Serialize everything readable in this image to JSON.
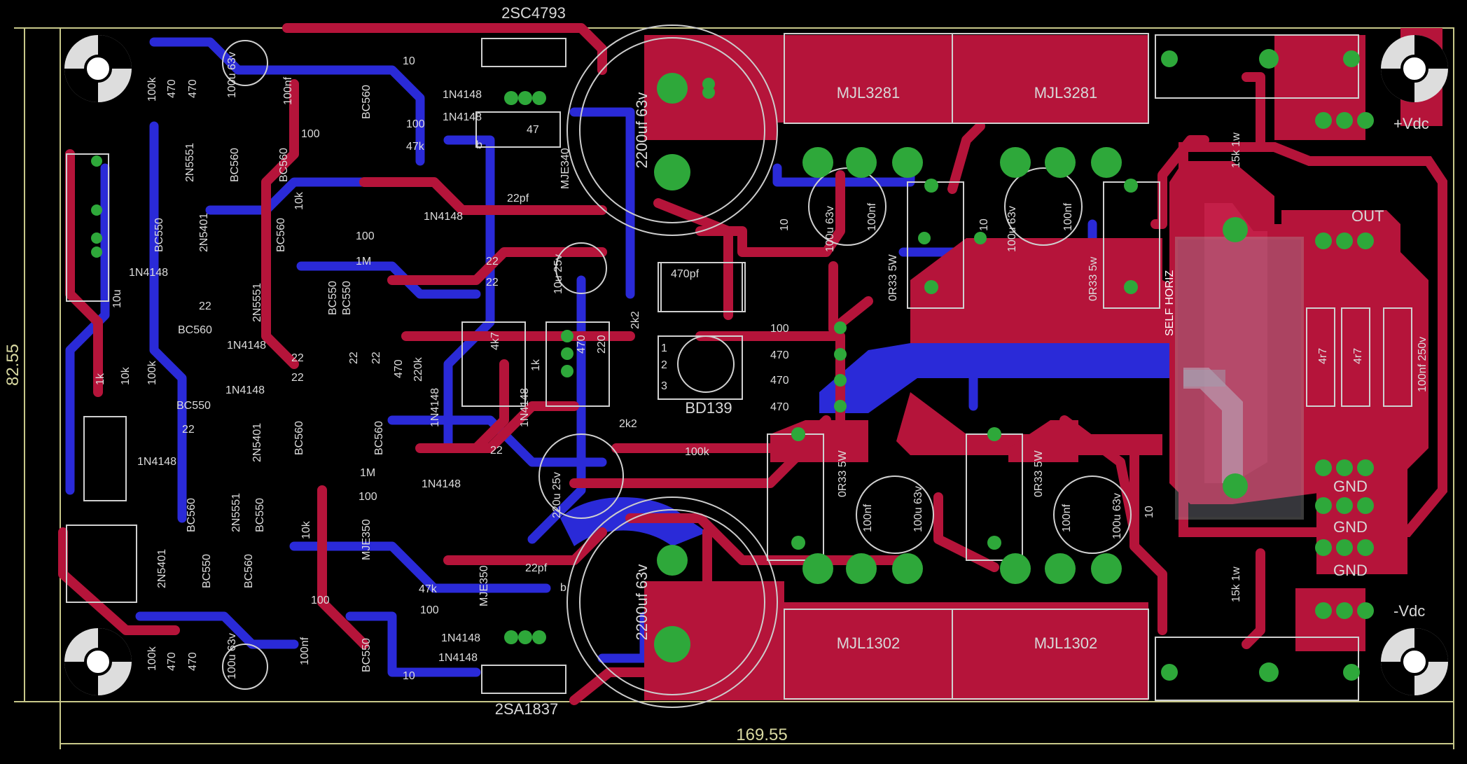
{
  "dimensions": {
    "width_label": "169.55",
    "height_label": "82.55"
  },
  "transistor_labels": {
    "top_driver": "2SC4793",
    "bottom_driver": "2SA1837",
    "out_pos_1": "MJL3281",
    "out_pos_2": "MJL3281",
    "out_neg_1": "MJL1302",
    "out_neg_2": "MJL1302",
    "vbe_mult": "BD139",
    "vas_top": "MJE340",
    "vas_bottom": "MJE350"
  },
  "terminals": {
    "pos_supply": "+Vdc",
    "neg_supply": "-Vdc",
    "output": "OUT",
    "gnd_1": "GND",
    "gnd_2": "GND",
    "gnd_3": "GND"
  },
  "big_caps": {
    "top": "2200uf 63v",
    "bottom": "2200uf 63v"
  },
  "inductor_label": "SELF HORIZ",
  "components": {
    "r10_top": "10",
    "r10_bot": "10",
    "r100k_top": "100k",
    "r470a_top": "470",
    "r470b_top": "470",
    "c100u_top": "100u 63v",
    "c100nf_top": "100nf",
    "d1n4148_a": "1N4148",
    "d1n4148_b": "1N4148",
    "d1n4148_c": "1N4148",
    "d1n4148_d": "1N4148",
    "d1n4148_e": "1N4148",
    "d1n4148_f": "1N4148",
    "d1n4148_g": "1N4148",
    "d1n4148_h": "1N4148",
    "d1n4148_i": "1N4148",
    "d1n4148_j": "1N4148",
    "r100_a": "100",
    "r100_b": "100",
    "r47_top": "47",
    "r47k_top": "47k",
    "c22pf_top": "22pf",
    "c22pf_bot": "22pf",
    "bc560_a": "BC560",
    "bc560_b": "BC560",
    "bc560_c": "BC560",
    "bc560_d": "BC560",
    "bc560_e": "BC560",
    "bc560_f": "BC560",
    "bc560_g": "BC560",
    "bc550_a": "BC550",
    "bc550_b": "BC550",
    "bc550_c": "BC550",
    "bc550_d": "BC550",
    "bc550_e": "BC550",
    "bc550_f": "BC550",
    "n5551_a": "2N5551",
    "n5551_b": "2N5551",
    "n5551_c": "2N5551",
    "n5401_a": "2N5401",
    "n5401_b": "2N5401",
    "n5401_c": "2N5401",
    "r10k_a": "10k",
    "r10k_b": "10k",
    "r10k_c": "10k",
    "r1m_a": "1M",
    "r1m_b": "1M",
    "r22_a": "22",
    "r22_b": "22",
    "r22_c": "22",
    "r22_d": "22",
    "r22_e": "22",
    "r22_f": "22",
    "r22_g": "22",
    "r22_h": "22",
    "c10u25_top": "10u 25v",
    "c10u_left": "10u",
    "c470pf": "470pf",
    "r1k_a": "1k",
    "r1k_b": "1k",
    "r4k7": "4k7",
    "r220k": "220k",
    "r470_mid": "470",
    "r220": "220",
    "r2k2_a": "2k2",
    "r2k2_b": "2k2",
    "r100_right": "100",
    "r470_r1": "470",
    "r470_r2": "470",
    "r470_r3": "470",
    "r100k_mid": "100k",
    "c220u25": "220u 25v",
    "r10_out1": "10",
    "r10_out2": "10",
    "r10_out3": "10",
    "c100u_out1": "100u 63v",
    "c100u_out2": "100u 63v",
    "c100u_out3": "100u 63v",
    "c100u_out4": "100u 63v",
    "c100nf_o1": "100nf",
    "c100nf_o2": "100nf",
    "c100nf_o3": "100nf",
    "c100nf_o4": "100nf",
    "r0r33_a": "0R33 5W",
    "r0r33_b": "0R33 5w",
    "r0r33_c": "0R33 5W",
    "r0r33_d": "0R33 5W",
    "r15k_top": "15k 1w",
    "r15k_bot": "15k 1w",
    "r4r7_a": "4r7",
    "r4r7_b": "4r7",
    "c100nf250": "100nf 250v",
    "r100k_bot": "100k",
    "r470a_bot": "470",
    "r470b_bot": "470",
    "c100u_bot": "100u 63v",
    "c100nf_bot": "100nf",
    "r47k_bot": "47k",
    "r100_bot": "100",
    "pin1": "1",
    "pin2": "2",
    "pin3": "3",
    "pinb": "b"
  },
  "colors": {
    "copper_top": "#b5143a",
    "copper_bottom": "#2a2ad8",
    "pad": "#2ea83a",
    "silk": "#d8d8d8",
    "background": "#000000"
  }
}
